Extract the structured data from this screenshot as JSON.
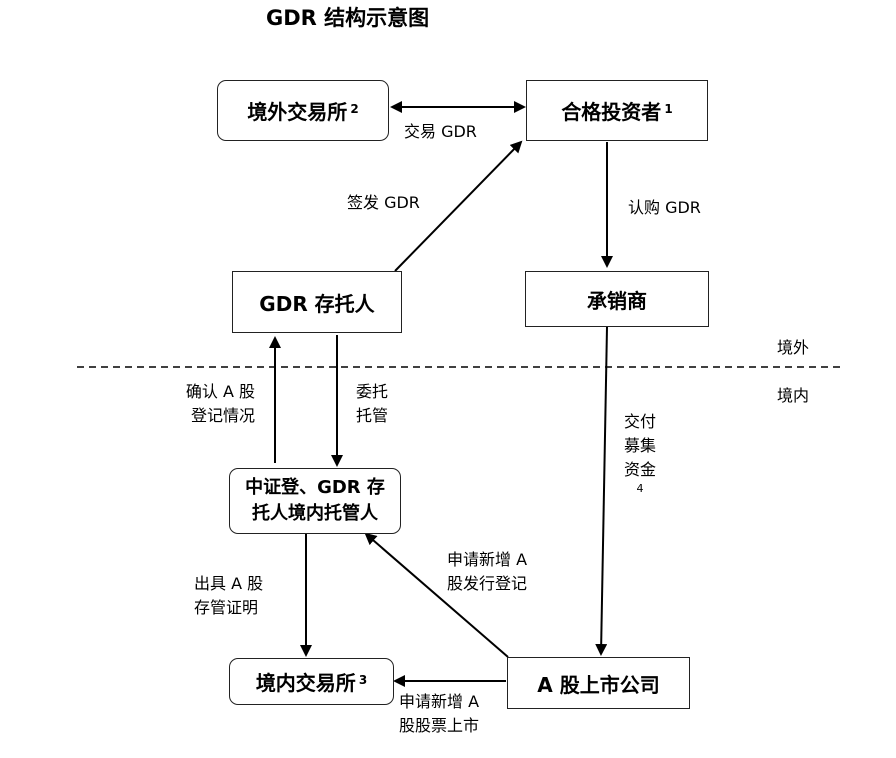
{
  "title": "GDR 结构示意图",
  "nodes": {
    "overseas_exchange": {
      "label": "境外交易所",
      "note": "2"
    },
    "qualified_investor": {
      "label": "合格投资者",
      "note": "1"
    },
    "gdr_depositary": {
      "label": "GDR 存托人"
    },
    "underwriter": {
      "label": "承销商"
    },
    "csdc_custodian": {
      "line1": "中证登、GDR 存",
      "line2": "托人境内托管人"
    },
    "domestic_exchange": {
      "label": "境内交易所",
      "note": "3"
    },
    "a_share_company": {
      "label": "A 股上市公司"
    }
  },
  "edges": {
    "trade_gdr": "交易 GDR",
    "issue_gdr": "签发 GDR",
    "subscribe_gdr": "认购 GDR",
    "confirm_line1": "确认 A 股",
    "confirm_line2": "登记情况",
    "entrust_line1": "委托",
    "entrust_line2": "托管",
    "deliver_line1": "交付",
    "deliver_line2": "募集",
    "deliver_line3": "资金",
    "deliver_note": "4",
    "apply_reg_line1": "申请新增 A",
    "apply_reg_line2": "股发行登记",
    "cert_line1": "出具 A 股",
    "cert_line2": "存管证明",
    "apply_list_line1": "申请新增 A",
    "apply_list_line2": "股股票上市"
  },
  "zones": {
    "overseas": "境外",
    "domestic": "境内"
  }
}
